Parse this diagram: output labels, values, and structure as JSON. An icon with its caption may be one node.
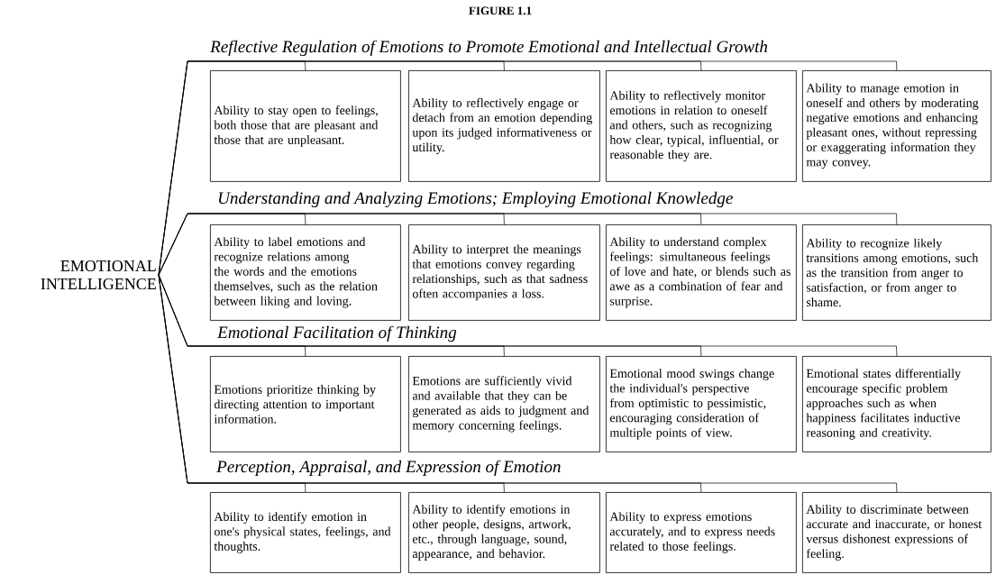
{
  "diagram": {
    "title": "FIGURE 1.1",
    "nodes": [
      {
        "text": [
          "EMOTIONAL INTELLIGENCE"
        ]
      },
      {
        "text": [
          "Ability to stay open to feelings, both those that are pleasant and those that are unpleasant."
        ]
      },
      {
        "text": [
          "Ability to reflectively engage or detach from an emotion depending upon its judged informativeness or utility."
        ]
      },
      {
        "text": [
          "Ability to reflectively monitor emotions in relation to oneself and others, such as recognizing how clear, typical, influential, or reasonable they are."
        ]
      },
      {
        "text": [
          "Ability to manage emotion in oneself and others by moderating negative emotions and enhancing pleasant ones, without repressing or exaggerating information they may convey."
        ]
      },
      {
        "text": [
          "Ability to label emotions and recognize relations among the words and the emotions themselves, such as the relation between liking and loving."
        ]
      },
      {
        "text": [
          "Ability to interpret the meanings that emotions convey regarding relationships, such as that sadness often accompanies a loss."
        ]
      },
      {
        "text": [
          "Ability to understand complex feelings: simultaneous feelings of love and hate, or blends such as awe as a combination of fear and surprise."
        ]
      },
      {
        "text": [
          "Ability to recognize likely transitions among emotions, such as the transition from anger to satisfaction, or from anger to shame."
        ]
      },
      {
        "text": [
          "Emotions prioritize thinking by directing attention to important information."
        ]
      },
      {
        "text": [
          "Emotions are sufficiently vivid and available that they can be generated as aids to judgment and memory concerning feelings."
        ]
      },
      {
        "text": [
          "Emotional mood swings change the individual's perspective from optimistic to pessimistic, encouraging consideration of multiple points of view."
        ]
      },
      {
        "text": [
          "Emotional states differentially encourage specific problem approaches such as when happiness facilitates inductive reasoning and creativity."
        ]
      },
      {
        "text": [
          "Ability to identify emotion in one's physical states, feelings, and thoughts."
        ]
      },
      {
        "text": [
          "Ability to identify emotions in other people, designs, artwork, etc., through language, sound, appearance, and behavior."
        ]
      },
      {
        "text": [
          "Ability to express emotions accurately, and to express needs related to those feelings."
        ]
      },
      {
        "text": [
          "Ability to discriminate between accurate and inaccurate, or honest versus dishonest expressions of feeling."
        ]
      }
    ],
    "edges": [
      {
        "from": 0,
        "to": 1,
        "arrow": "none"
      },
      {
        "from": 0,
        "to": 2,
        "arrow": "none"
      },
      {
        "from": 0,
        "to": 3,
        "arrow": "none"
      },
      {
        "from": 0,
        "to": 4,
        "arrow": "none"
      },
      {
        "from": 0,
        "to": 5,
        "arrow": "none"
      },
      {
        "from": 0,
        "to": 6,
        "arrow": "none"
      },
      {
        "from": 0,
        "to": 7,
        "arrow": "none"
      },
      {
        "from": 0,
        "to": 8,
        "arrow": "none"
      },
      {
        "from": 0,
        "to": 9,
        "arrow": "none"
      },
      {
        "from": 0,
        "to": 10,
        "arrow": "none"
      },
      {
        "from": 0,
        "to": 11,
        "arrow": "none"
      },
      {
        "from": 0,
        "to": 12,
        "arrow": "none"
      },
      {
        "from": 0,
        "to": 13,
        "arrow": "none"
      },
      {
        "from": 0,
        "to": 14,
        "arrow": "none"
      },
      {
        "from": 0,
        "to": 15,
        "arrow": "none"
      },
      {
        "from": 0,
        "to": 16,
        "arrow": "none"
      }
    ],
    "labels": [
      "Reflective Regulation of Emotions to Promote Emotional and Intellectual Growth",
      "Understanding and Analyzing Emotions; Employing Emotional Knowledge",
      "Emotional Facilitation of Thinking",
      "Perception, Appraisal, and Expression of Emotion"
    ]
  }
}
